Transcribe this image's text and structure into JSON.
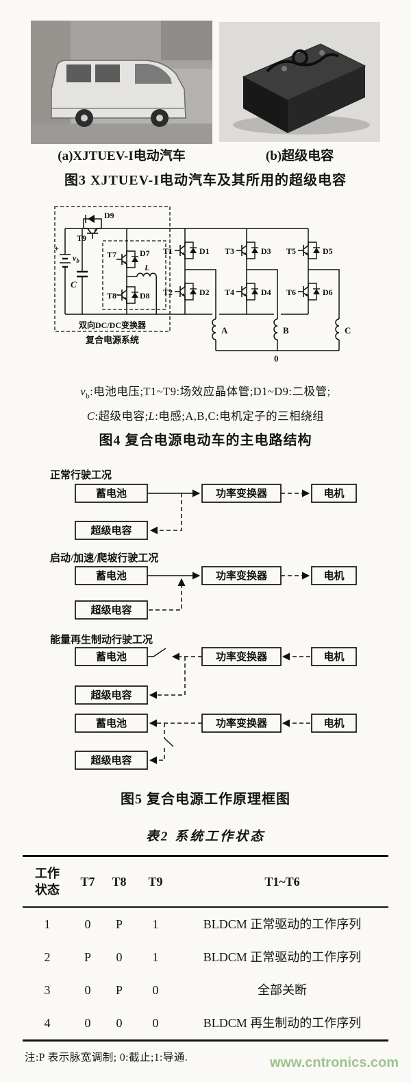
{
  "figure3": {
    "caption_a": "(a)XJTUEV-I电动汽车",
    "caption_b": "(b)超级电容",
    "caption": "图3  XJTUEV-I电动汽车及其所用的超级电容"
  },
  "figure4": {
    "labels": {
      "t9": "T9",
      "d9": "D9",
      "plus": "+",
      "vb_v": "v",
      "vb_b": "b",
      "cap": "C",
      "t7": "T7",
      "d7": "D7",
      "l": "L",
      "t8": "T8",
      "d8": "D8",
      "dcdc_box": "双向DC/DC变换器",
      "system": "复合电源系统",
      "t1": "T1",
      "d1": "D1",
      "t2": "T2",
      "d2": "D2",
      "t3": "T3",
      "d3": "D3",
      "t4": "T4",
      "d4": "D4",
      "t5": "T5",
      "d5": "D5",
      "t6": "T6",
      "d6": "D6",
      "ph_a": "A",
      "ph_b": "B",
      "ph_c": "C",
      "neutral": "0"
    },
    "legend": {
      "v": "v",
      "b": "b",
      "line1_rest": ":电池电压;T1~T9:场效应晶体管;D1~D9:二极管;",
      "c": "C",
      "c_rest": ":超级电容;",
      "l": "L",
      "l_rest": ":电感;A,B,C:电机定子的三相绕组"
    },
    "caption": "图4  复合电源电动车的主电路结构"
  },
  "figure5": {
    "scenario1": "正常行驶工况",
    "scenario2": "启动/加速/爬坡行驶工况",
    "scenario3": "能量再生制动行驶工况",
    "battery": "蓄电池",
    "converter": "功率变换器",
    "motor": "电机",
    "supercap": "超级电容",
    "caption": "图5  复合电源工作原理框图"
  },
  "table2": {
    "title": "表2  系统工作状态",
    "header": {
      "state_l1": "工作",
      "state_l2": "状态",
      "t7": "T7",
      "t8": "T8",
      "t9": "T9",
      "t1t6": "T1~T6"
    },
    "rows": [
      {
        "state": "1",
        "t7": "0",
        "t8": "P",
        "t9": "1",
        "desc": "BLDCM 正常驱动的工作序列"
      },
      {
        "state": "2",
        "t7": "P",
        "t8": "0",
        "t9": "1",
        "desc": "BLDCM 正常驱动的工作序列"
      },
      {
        "state": "3",
        "t7": "0",
        "t8": "P",
        "t9": "0",
        "desc": "全部关断"
      },
      {
        "state": "4",
        "t7": "0",
        "t8": "0",
        "t9": "0",
        "desc": "BLDCM 再生制动的工作序列"
      }
    ],
    "note": "注:P 表示脉宽调制; 0:截止;1:导通."
  },
  "watermark": {
    "text": "www.cntronics.com",
    "color": "#9cc48e"
  }
}
